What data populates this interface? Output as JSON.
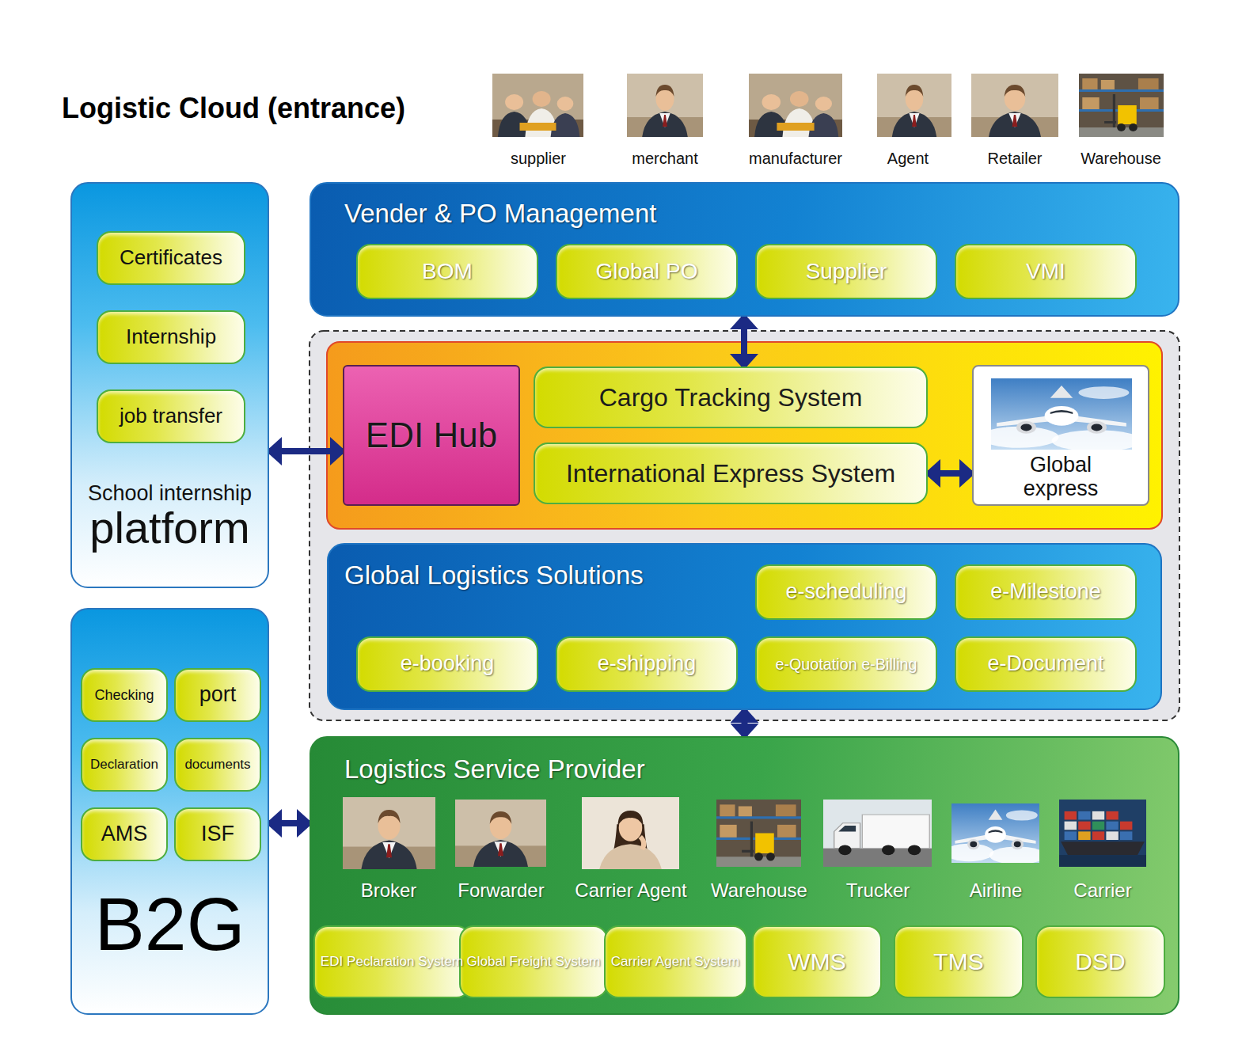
{
  "diagram": {
    "title": "Logistic Cloud (entrance)",
    "nodes": [
      {
        "text": [
          "School internship",
          "platform"
        ]
      },
      {
        "text": [
          "Certificates"
        ],
        "in": 0
      },
      {
        "text": [
          "Internship"
        ],
        "in": 0
      },
      {
        "text": [
          "job transfer"
        ],
        "in": 0
      },
      {
        "text": [
          "B2G"
        ]
      },
      {
        "text": [
          "Checking"
        ],
        "in": 4
      },
      {
        "text": [
          "port"
        ],
        "in": 4
      },
      {
        "text": [
          "Declaration"
        ],
        "in": 4
      },
      {
        "text": [
          "documents"
        ],
        "in": 4
      },
      {
        "text": [
          "AMS"
        ],
        "in": 4
      },
      {
        "text": [
          "ISF"
        ],
        "in": 4
      },
      {
        "text": [
          "Vender & PO Management"
        ]
      },
      {
        "text": [
          "BOM"
        ],
        "in": 11
      },
      {
        "text": [
          "Global PO"
        ],
        "in": 11
      },
      {
        "text": [
          "Supplier"
        ],
        "in": 11
      },
      {
        "text": [
          "VMI"
        ],
        "in": 11
      },
      {
        "text": [
          "EDI Hub"
        ]
      },
      {
        "text": [
          "Cargo Tracking System"
        ]
      },
      {
        "text": [
          "International Express System"
        ]
      },
      {
        "text": [
          "Global express"
        ]
      },
      {
        "text": [
          "Global Logistics Solutions"
        ]
      },
      {
        "text": [
          "e-scheduling"
        ],
        "in": 20
      },
      {
        "text": [
          "e-Milestone"
        ],
        "in": 20
      },
      {
        "text": [
          "e-booking"
        ],
        "in": 20
      },
      {
        "text": [
          "e-shipping"
        ],
        "in": 20
      },
      {
        "text": [
          "e-Quotation e-Billing"
        ],
        "in": 20
      },
      {
        "text": [
          "e-Document"
        ],
        "in": 20
      },
      {
        "text": [
          "Logistics Service Provider"
        ]
      },
      {
        "text": [
          "EDI Peclaration System"
        ],
        "in": 27
      },
      {
        "text": [
          "Global Freight System"
        ],
        "in": 27
      },
      {
        "text": [
          "Carrier Agent System"
        ],
        "in": 27
      },
      {
        "text": [
          "WMS"
        ],
        "in": 27
      },
      {
        "text": [
          "TMS"
        ],
        "in": 27
      },
      {
        "text": [
          "DSD"
        ],
        "in": 27
      }
    ],
    "edges": [
      {
        "from": 0,
        "to": 16,
        "arrow": "both"
      },
      {
        "from": 11,
        "to": 17,
        "arrow": "both"
      },
      {
        "from": 18,
        "to": 19,
        "arrow": "both"
      },
      {
        "from": 20,
        "to": 27,
        "arrow": "both"
      },
      {
        "from": 4,
        "to": 27,
        "arrow": "both"
      }
    ],
    "labels": [
      "supplier",
      "merchant",
      "manufacturer",
      "Agent",
      "Retailer",
      "Warehouse",
      "Broker",
      "Forwarder",
      "Carrier Agent",
      "Warehouse",
      "Trucker",
      "Airline",
      "Carrier"
    ]
  }
}
